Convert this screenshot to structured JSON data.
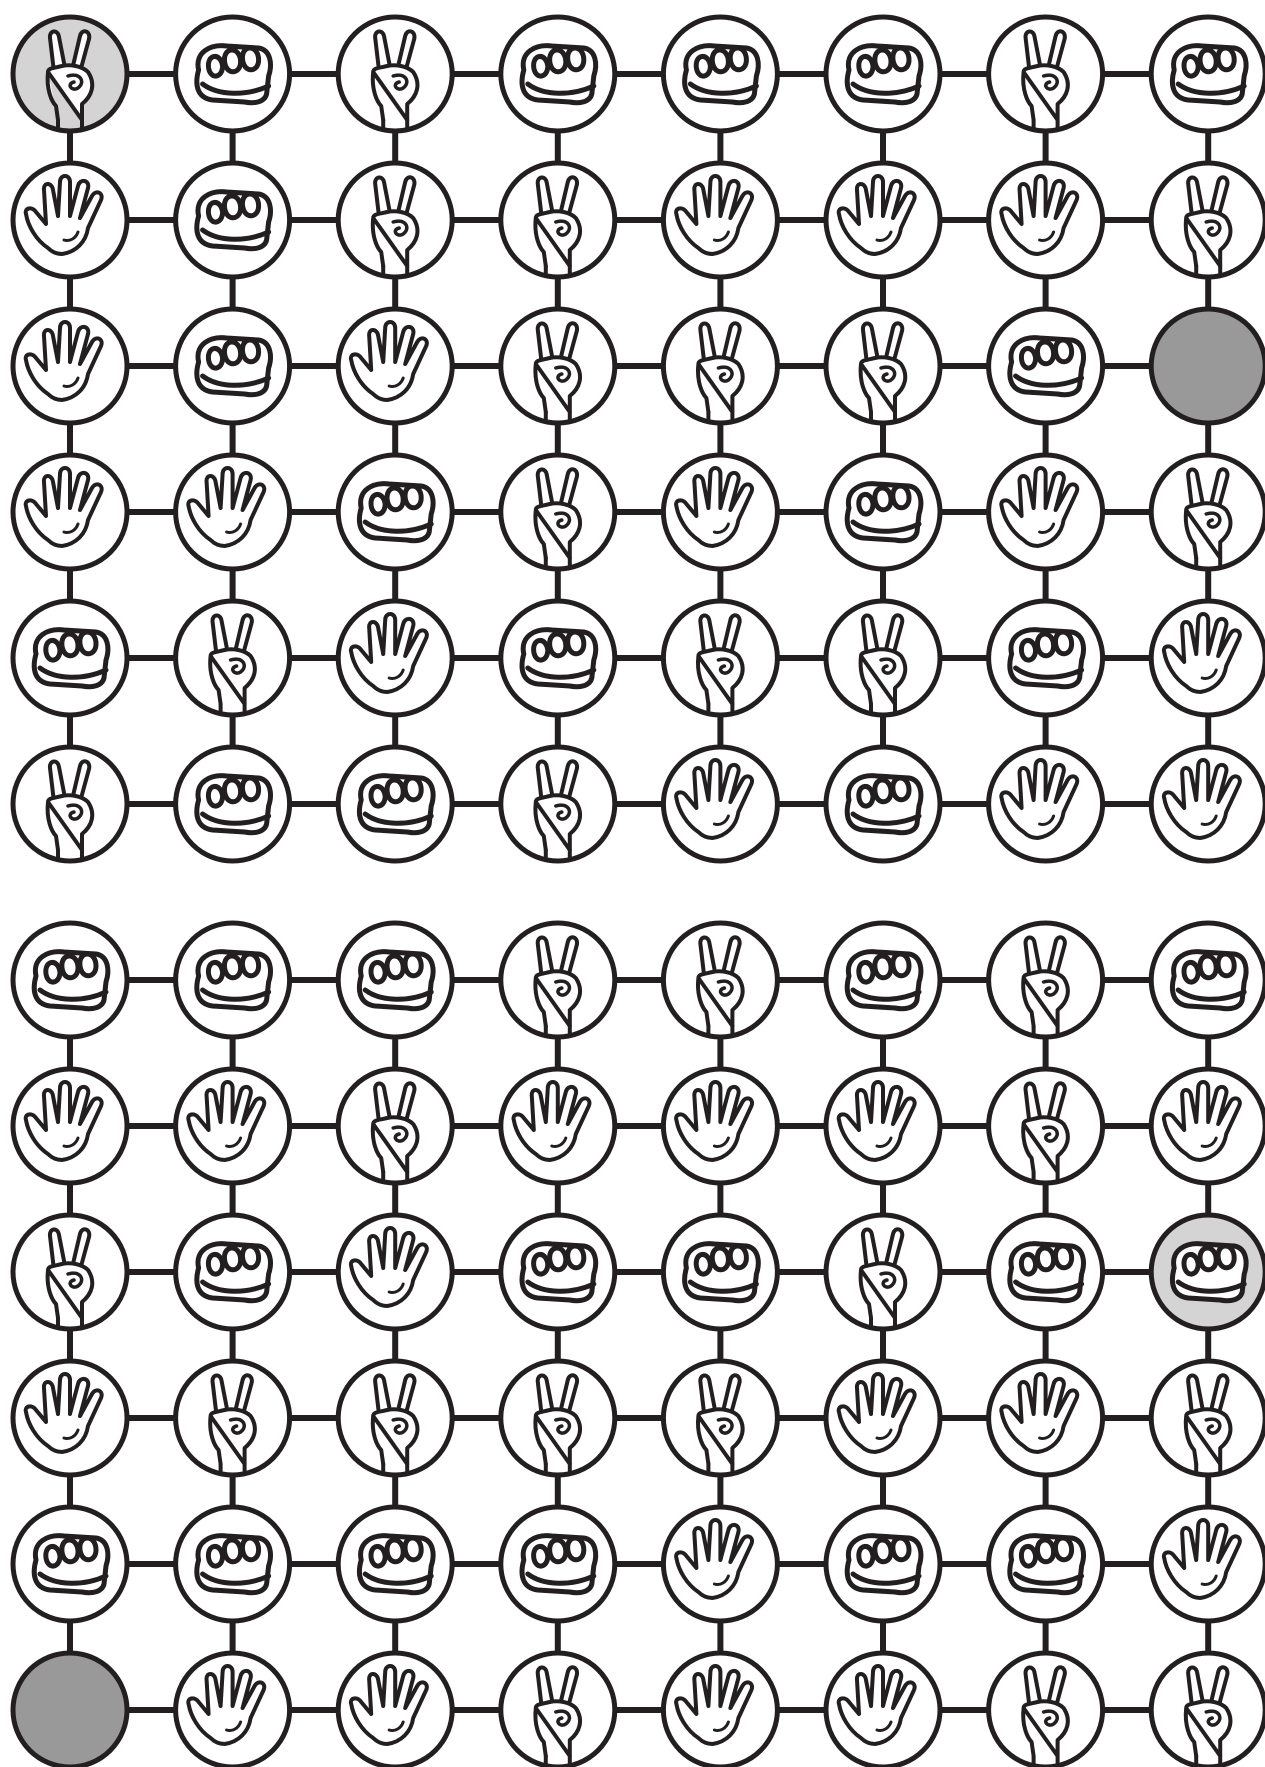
{
  "colors": {
    "line": "#231f20",
    "cell_fill": "#ffffff",
    "start_fill": "#d4d4d4",
    "goal_fill": "#999999",
    "hand_fill": "#ffffff",
    "hand_stroke": "#231f20"
  },
  "icons": {
    "R": "rock-fist-icon",
    "P": "paper-open-hand-icon",
    "S": "scissors-peace-hand-icon",
    "E": "empty-goal-marker"
  },
  "grids": [
    {
      "name": "puzzle-grid-top",
      "rows": [
        [
          "S",
          "R",
          "S",
          "R",
          "R",
          "R",
          "S",
          "R"
        ],
        [
          "P",
          "R",
          "S",
          "S",
          "P",
          "P",
          "P",
          "S"
        ],
        [
          "P",
          "R",
          "P",
          "S",
          "S",
          "S",
          "R",
          "E"
        ],
        [
          "P",
          "P",
          "R",
          "S",
          "P",
          "R",
          "P",
          "S"
        ],
        [
          "R",
          "S",
          "P",
          "R",
          "S",
          "S",
          "R",
          "P"
        ],
        [
          "S",
          "R",
          "R",
          "S",
          "P",
          "R",
          "P",
          "P"
        ]
      ],
      "start": [
        0,
        0
      ],
      "goal": [
        2,
        7
      ]
    },
    {
      "name": "puzzle-grid-bottom",
      "rows": [
        [
          "R",
          "R",
          "R",
          "S",
          "S",
          "R",
          "S",
          "R"
        ],
        [
          "P",
          "P",
          "S",
          "P",
          "P",
          "P",
          "S",
          "P"
        ],
        [
          "S",
          "R",
          "P",
          "R",
          "R",
          "S",
          "R",
          "R"
        ],
        [
          "P",
          "S",
          "S",
          "S",
          "S",
          "P",
          "P",
          "S"
        ],
        [
          "R",
          "R",
          "R",
          "R",
          "P",
          "R",
          "R",
          "P"
        ],
        [
          "E",
          "P",
          "P",
          "S",
          "P",
          "P",
          "S",
          "S"
        ]
      ],
      "start": [
        2,
        7
      ],
      "goal": [
        5,
        0
      ]
    }
  ]
}
